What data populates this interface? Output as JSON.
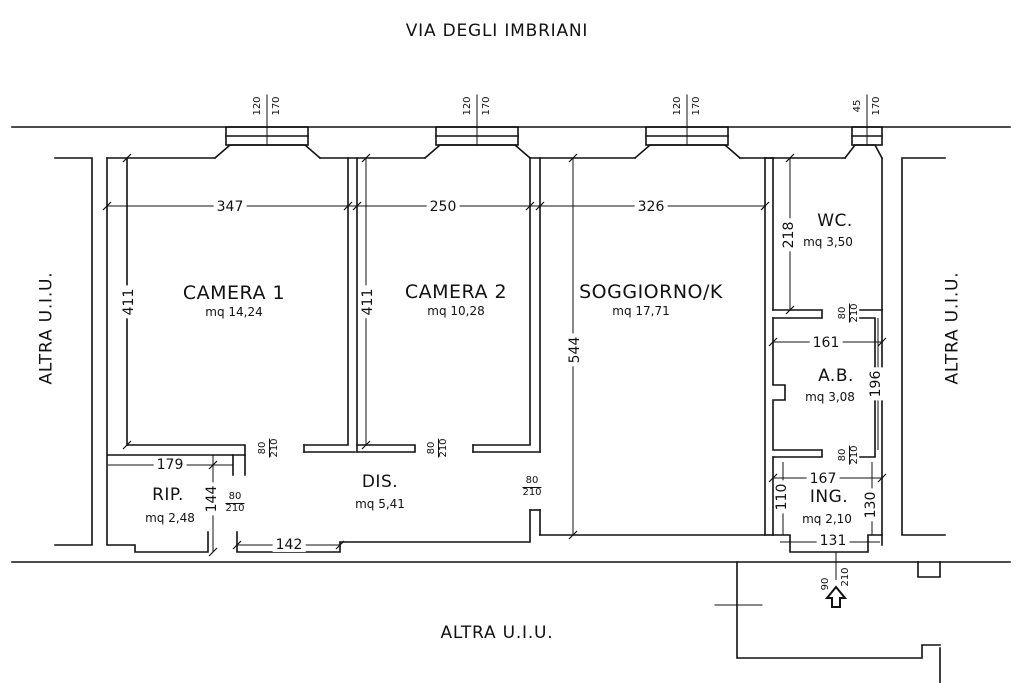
{
  "street": "VIA DEGLI IMBRIANI",
  "neighbors": {
    "left": "ALTRA U.I.U.",
    "right": "ALTRA U.I.U.",
    "bottom": "ALTRA U.I.U."
  },
  "rooms": {
    "camera1": {
      "name": "CAMERA 1",
      "area": "mq 14,24"
    },
    "camera2": {
      "name": "CAMERA 2",
      "area": "mq 10,28"
    },
    "soggiorno": {
      "name": "SOGGIORNO/K",
      "area": "mq 17,71"
    },
    "wc": {
      "name": "WC.",
      "area": "mq 3,50"
    },
    "ab": {
      "name": "A.B.",
      "area": "mq 3,08"
    },
    "rip": {
      "name": "RIP.",
      "area": "mq 2,48"
    },
    "dis": {
      "name": "DIS.",
      "area": "mq 5,41"
    },
    "ing": {
      "name": "ING.",
      "area": "mq 2,10"
    }
  },
  "dimensions": {
    "camera1_width": "347",
    "camera2_width": "250",
    "soggiorno_width": "326",
    "camera1_depth": "411",
    "camera2_depth": "411",
    "soggiorno_depth": "544",
    "wc_depth": "218",
    "ab_width": "161",
    "ab_depth": "196",
    "rip_width": "179",
    "rip_depth": "144",
    "dis_width": "142",
    "ing_width": "167",
    "ing_depth_left": "110",
    "ing_depth_right": "130",
    "entrance_width": "131"
  },
  "windows": {
    "w1": {
      "sill": "120",
      "height": "170"
    },
    "w2": {
      "sill": "120",
      "height": "170"
    },
    "w3": {
      "sill": "120",
      "height": "170"
    },
    "w4": {
      "sill": "45",
      "height": "170"
    }
  },
  "doors": {
    "camera1": {
      "width": "80",
      "height": "210"
    },
    "camera2": {
      "width": "80",
      "height": "210"
    },
    "rip": {
      "width": "80",
      "height": "210"
    },
    "soggiorno": {
      "width": "80",
      "height": "210"
    },
    "wc": {
      "width": "80",
      "height": "210"
    },
    "ab": {
      "width": "80",
      "height": "210"
    },
    "entrance": {
      "width": "90",
      "height": "210"
    }
  }
}
